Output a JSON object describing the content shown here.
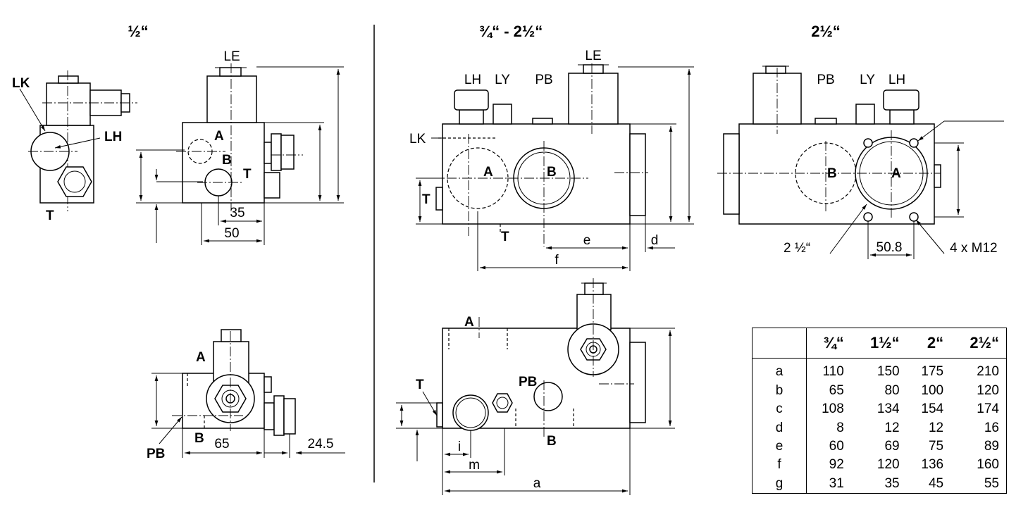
{
  "headers": {
    "half": "½“",
    "mid": "¾“ - 2½“",
    "big": "2½“"
  },
  "half_view": {
    "side": {
      "lk": "LK",
      "lh": "LH",
      "t": "T"
    },
    "front": {
      "le": "LE",
      "a": "A",
      "b": "B",
      "t": "T",
      "dim_35": "35",
      "dim_50": "50"
    },
    "bottom": {
      "a": "A",
      "b": "B",
      "pb": "PB",
      "dim_65": "65",
      "dim_245": "24.5"
    }
  },
  "mid_view": {
    "front": {
      "le": "LE",
      "lh": "LH",
      "ly": "LY",
      "pb": "PB",
      "lk": "LK",
      "a": "A",
      "b": "B",
      "t_left": "T",
      "t_bottom": "T",
      "e": "e",
      "f": "f",
      "d": "d"
    },
    "bottom": {
      "a": "A",
      "t": "T",
      "pb": "PB",
      "b": "B",
      "i": "i",
      "m": "m",
      "dim_a": "a"
    }
  },
  "big_view": {
    "front": {
      "pb": "PB",
      "ly": "LY",
      "lh": "LH",
      "b": "B",
      "a": "A",
      "port": "2 ½“",
      "dim_508": "50.8",
      "bolts": "4 x M12"
    }
  },
  "table": {
    "headers": [
      "",
      "¾“",
      "1½“",
      "2“",
      "2½“"
    ],
    "rows": [
      [
        "a",
        "110",
        "150",
        "175",
        "210"
      ],
      [
        "b",
        "65",
        "80",
        "100",
        "120"
      ],
      [
        "c",
        "108",
        "134",
        "154",
        "174"
      ],
      [
        "d",
        "8",
        "12",
        "12",
        "16"
      ],
      [
        "e",
        "60",
        "69",
        "75",
        "89"
      ],
      [
        "f",
        "92",
        "120",
        "136",
        "160"
      ],
      [
        "g",
        "31",
        "35",
        "45",
        "55"
      ]
    ]
  }
}
